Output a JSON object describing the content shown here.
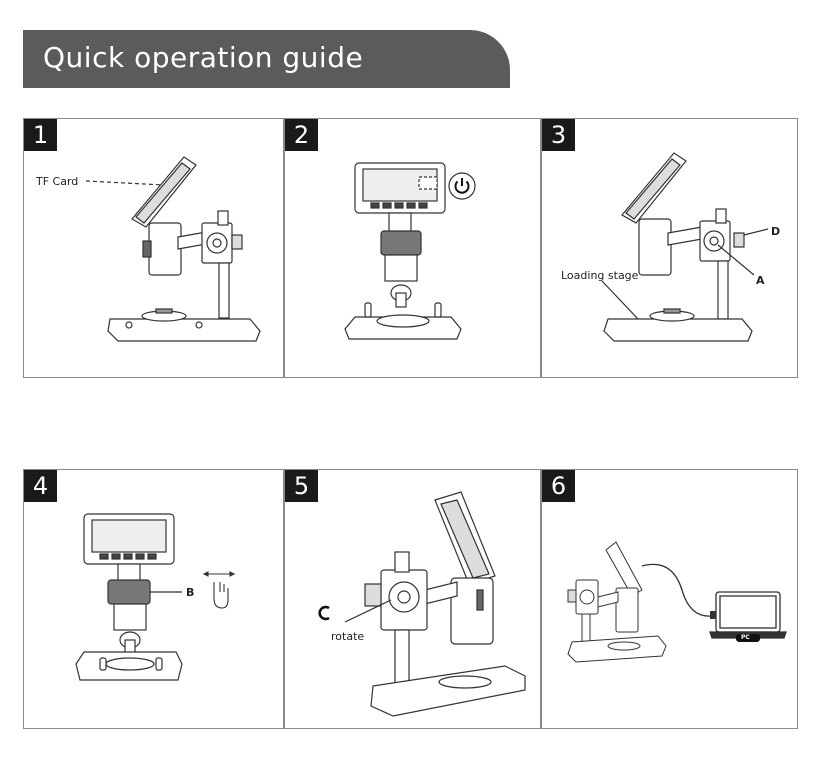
{
  "header": {
    "title": "Quick operation guide"
  },
  "steps": [
    {
      "number": "1",
      "labels": {
        "tf_card": "TF Card"
      }
    },
    {
      "number": "2",
      "labels": {}
    },
    {
      "number": "3",
      "labels": {
        "d": "D",
        "a": "A",
        "loading_stage": "Loading stage"
      }
    },
    {
      "number": "4",
      "labels": {
        "b": "B"
      }
    },
    {
      "number": "5",
      "labels": {
        "c": "C",
        "rotate": "rotate"
      }
    },
    {
      "number": "6",
      "labels": {
        "pc": "PC"
      }
    }
  ],
  "icons": [
    "power-icon",
    "rotate-arrow-icon",
    "hand-icon",
    "laptop-icon",
    "usb-cable-icon"
  ]
}
